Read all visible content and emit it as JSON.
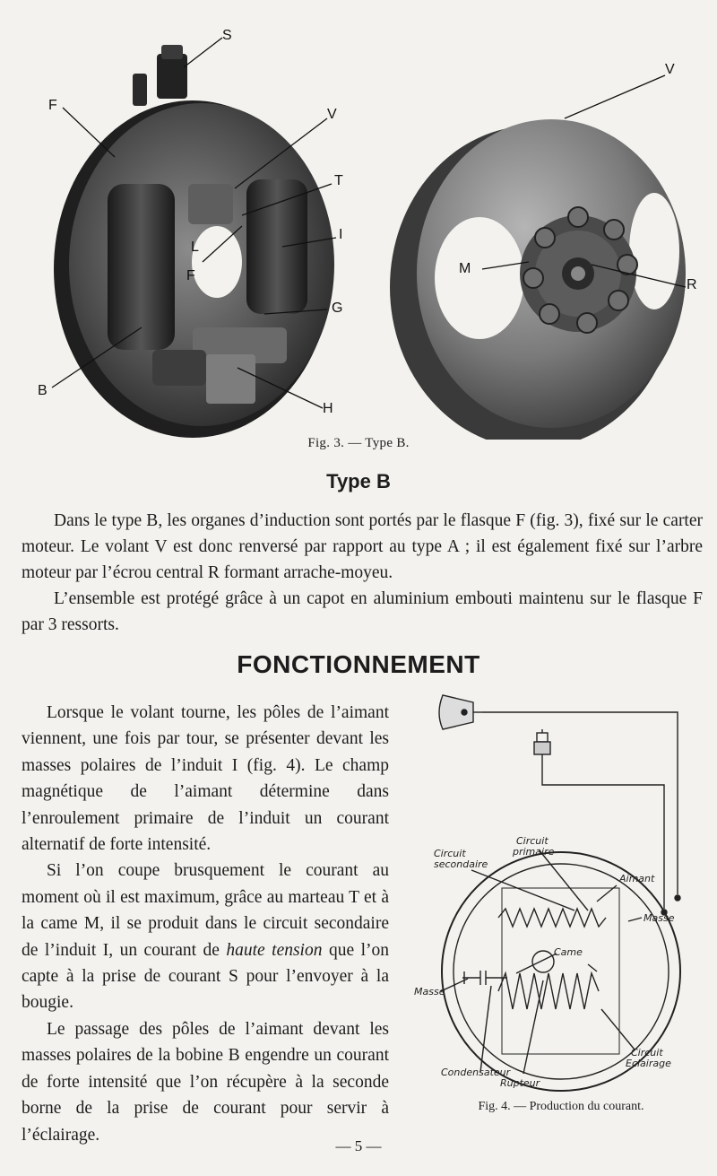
{
  "figure3": {
    "caption": "Fig. 3. — Type B.",
    "labels_left": {
      "S": "S",
      "F_top": "F",
      "V": "V",
      "T": "T",
      "L": "L",
      "F_mid": "F",
      "I": "I",
      "G": "G",
      "B": "B",
      "H": "H"
    },
    "labels_right": {
      "V": "V",
      "M": "M",
      "R": "R"
    }
  },
  "section_title": "Type B",
  "type_b_paragraphs": [
    "Dans le type B, les organes d’induction sont portés par le flasque F (fig. 3), fixé sur le carter moteur. Le volant V est donc renversé par rapport au type A ; il est également fixé sur l’arbre moteur par l’écrou central R formant arrache-moyeu.",
    "L’ensemble est protégé grâce à un capot en aluminium embouti maintenu sur le flasque F par 3 ressorts."
  ],
  "main_heading": "FONCTIONNEMENT",
  "fonctionnement": {
    "p1": "Lorsque le volant tourne, les pôles de l’aimant viennent, une fois par tour, se présenter devant les masses polaires de l’induit I (fig. 4). Le champ magnétique de l’aimant détermine dans l’enroulement primaire de l’induit un courant alternatif de forte intensité.",
    "p2_before": "Si l’on coupe brusquement le courant au moment où il est maximum, grâce au marteau T et à la came M, il se produit dans le circuit secondaire de l’induit I, un courant de ",
    "p2_italic": "haute tension",
    "p2_after": " que l’on capte à la prise de courant S pour l’envoyer à la bougie.",
    "p3": "Le passage des pôles de l’aimant devant les masses polaires de la bobine B engendre un courant de forte intensité que l’on récupère à la seconde borne de la prise de courant pour servir à l’éclairage."
  },
  "figure4": {
    "caption": "Fig. 4. — Production du courant.",
    "labels": {
      "circuit_primaire_1": "Circuit",
      "circuit_primaire_2": "primaire",
      "circuit_secondaire_1": "Circuit",
      "circuit_secondaire_2": "secondaire",
      "aimant": "Aimant",
      "masse_right": "Masse",
      "came": "Came",
      "masse_left": "Masse",
      "rupteur": "Rupteur",
      "condensateur": "Condensateur",
      "circuit_eclairage_1": "Circuit",
      "circuit_eclairage_2": "Eclairage"
    }
  },
  "page_number": "— 5 —"
}
